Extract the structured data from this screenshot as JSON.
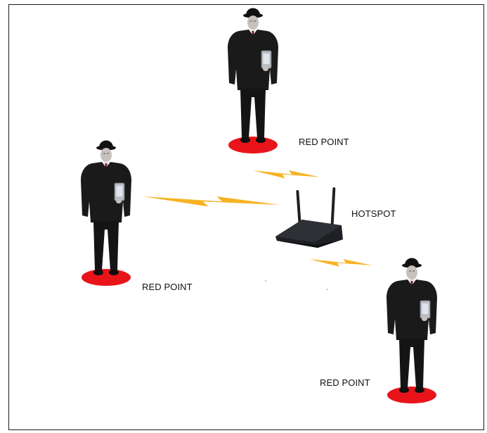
{
  "labels": {
    "top_point": "RED POINT",
    "left_point": "RED POINT",
    "right_point": "RED POINT",
    "hotspot": "HOTSPOT"
  },
  "colors": {
    "red_point": "#e8141a",
    "signal": "#f6b324",
    "suit": "#1a1a1a",
    "face": "#c8c0bc",
    "phone": "#b9bec4",
    "router": "#1f2024"
  },
  "icons": {
    "person": "person-with-phone-icon",
    "router": "wifi-router-icon",
    "signal": "lightning-signal-icon"
  }
}
